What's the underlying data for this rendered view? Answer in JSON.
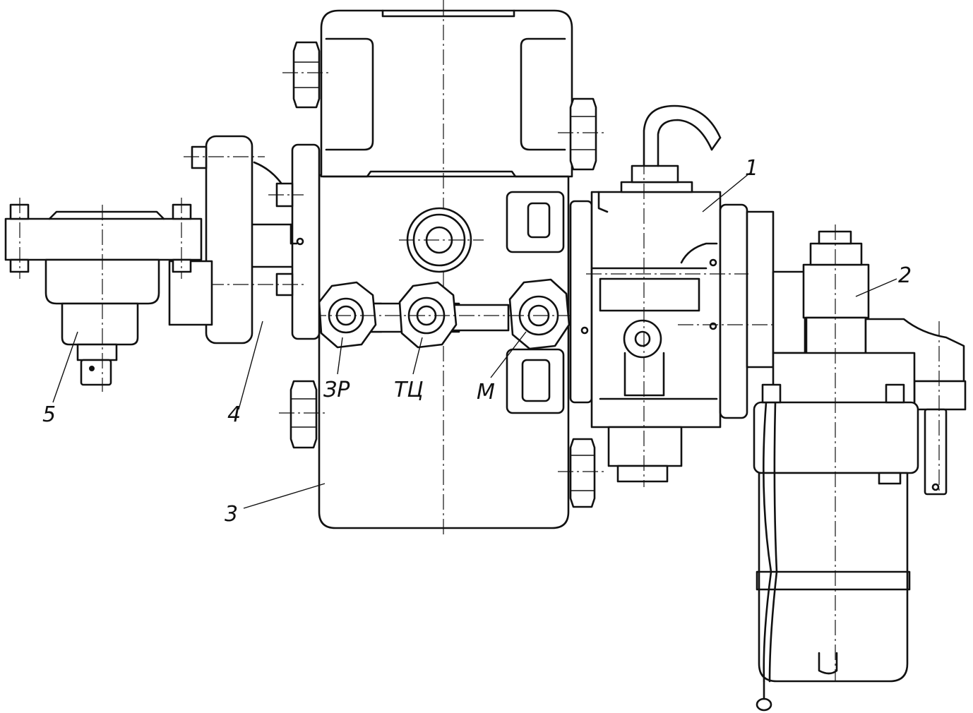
{
  "callouts": [
    {
      "id": "1",
      "text": "1"
    },
    {
      "id": "2",
      "text": "2"
    },
    {
      "id": "3",
      "text": "3"
    },
    {
      "id": "4",
      "text": "4"
    },
    {
      "id": "5",
      "text": "5"
    }
  ],
  "ports": {
    "zr": "ЗР",
    "tc": "ТЦ",
    "m": "М"
  }
}
